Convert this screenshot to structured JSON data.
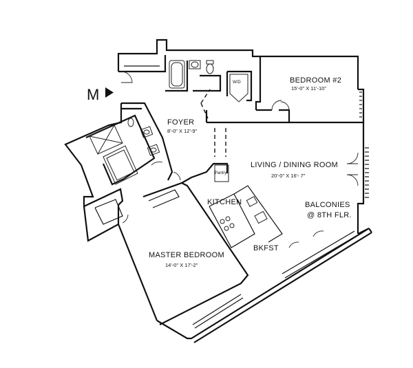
{
  "marker": {
    "letter": "M"
  },
  "rooms": {
    "bedroom2": {
      "name": "BEDROOM #2",
      "dims": "15'-0\" X 11'-10\""
    },
    "foyer": {
      "name": "FOYER",
      "dims": "8'-0\" X 12'-9\""
    },
    "living": {
      "name": "LIVING / DINING ROOM",
      "dims": "20'-0\" X 16'- 7\""
    },
    "kitchen": {
      "name": "KITCHEN"
    },
    "balconies": {
      "line1": "BALCONIES",
      "line2": "@ 8TH FLR."
    },
    "master": {
      "name": "MASTER BEDROOM",
      "dims": "14'-0\" X 17'-2\""
    },
    "bkfst": {
      "name": "BKFST"
    },
    "wd": {
      "name": "W/D"
    },
    "pantry": {
      "name": "Pantry"
    }
  }
}
